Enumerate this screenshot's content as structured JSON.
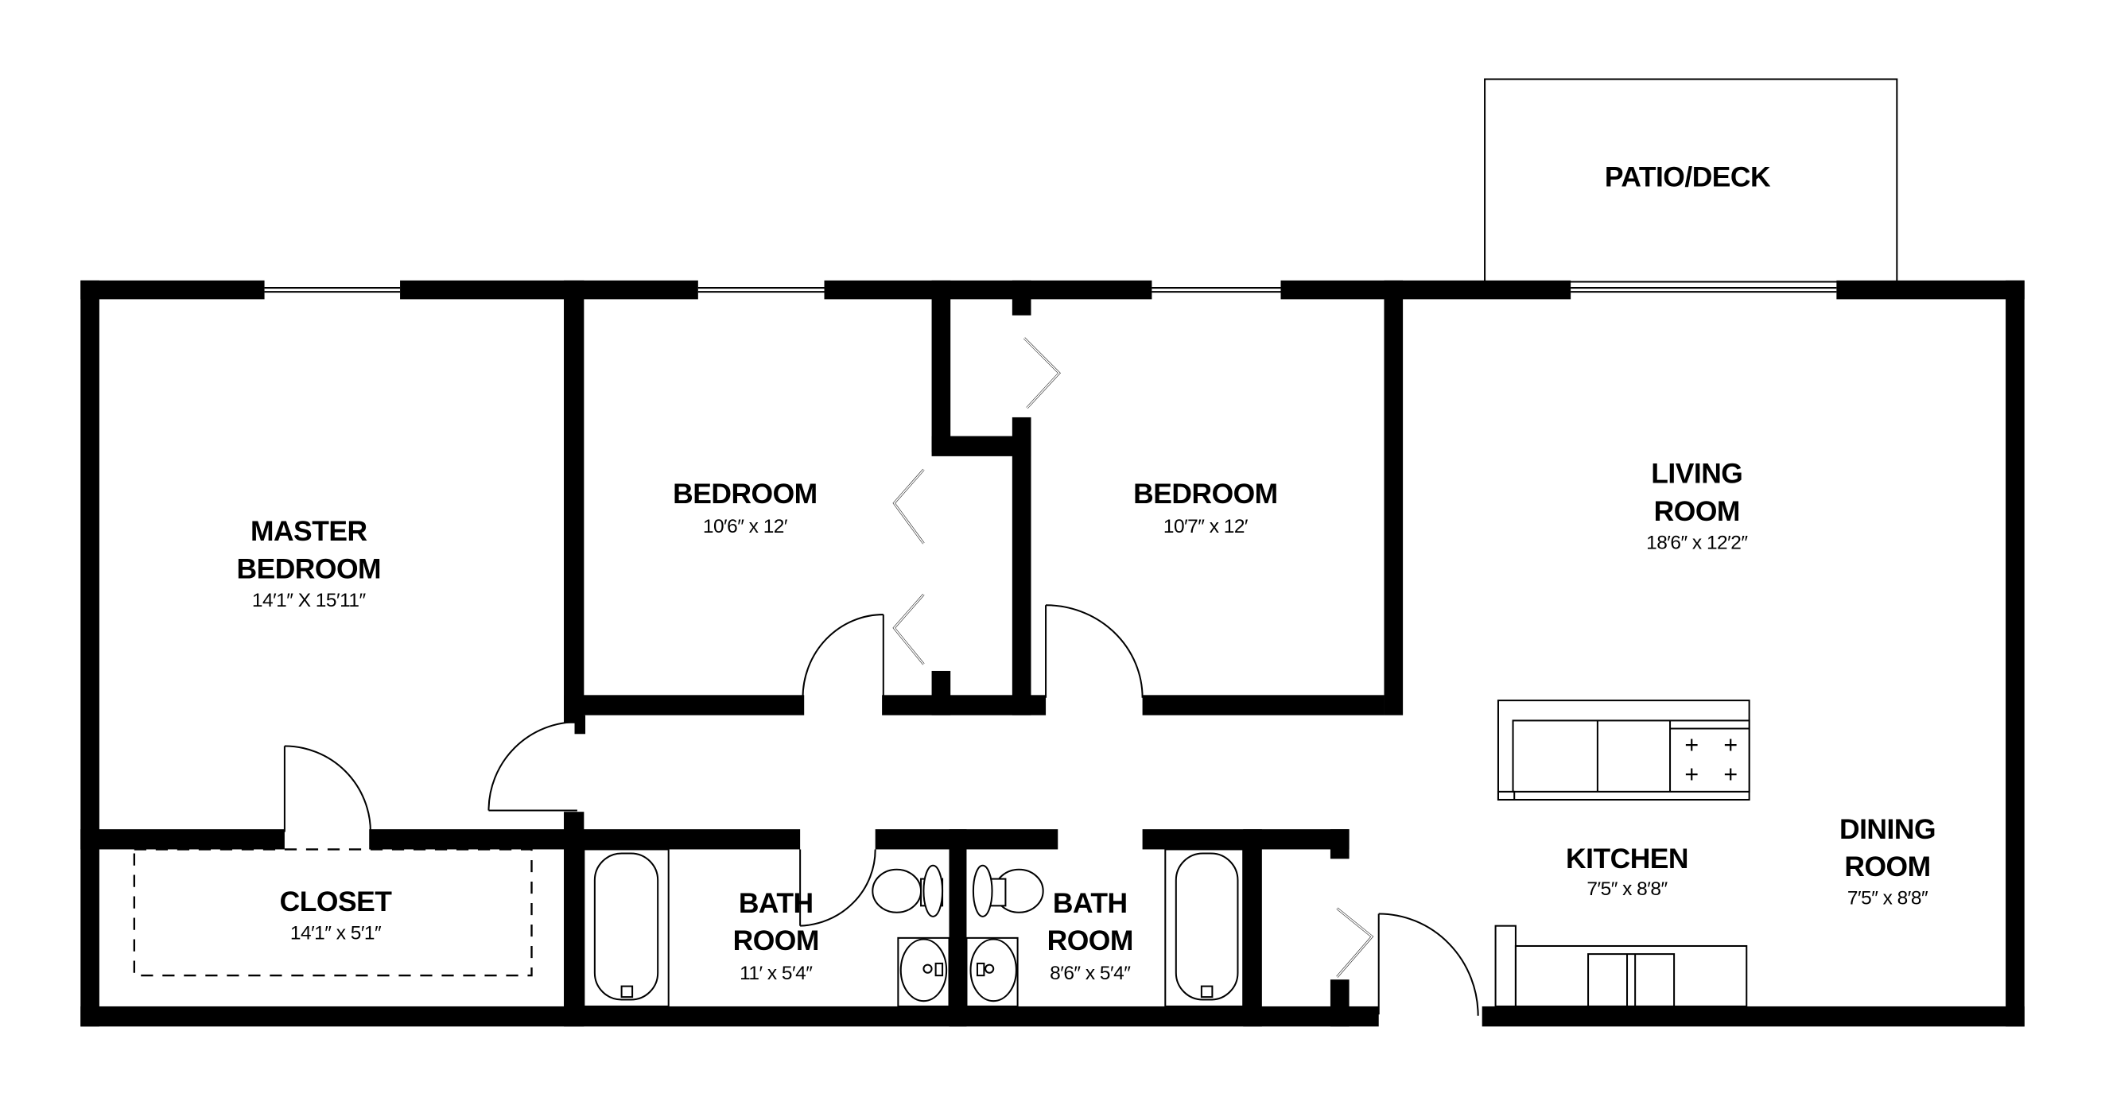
{
  "plan": {
    "type": "apartment-floor-plan",
    "wall_color": "#000000",
    "background": "#ffffff"
  },
  "rooms": {
    "patio": {
      "name": "PATIO/DECK",
      "dims": ""
    },
    "master_bedroom": {
      "name_line1": "MASTER",
      "name_line2": "BEDROOM",
      "dims": "14′1″ X 15′11″"
    },
    "closet": {
      "name": "CLOSET",
      "dims": "14′1″ x 5′1″"
    },
    "bedroom_2": {
      "name": "BEDROOM",
      "dims": "10′6″ x 12′"
    },
    "bedroom_3": {
      "name": "BEDROOM",
      "dims": "10′7″ x 12′"
    },
    "living_room": {
      "name_line1": "LIVING",
      "name_line2": "ROOM",
      "dims": "18′6″ x 12′2″"
    },
    "bath_1": {
      "name_line1": "BATH",
      "name_line2": "ROOM",
      "dims": "11′ x 5′4″"
    },
    "bath_2": {
      "name_line1": "BATH",
      "name_line2": "ROOM",
      "dims": "8′6″ x 5′4″"
    },
    "kitchen": {
      "name": "KITCHEN",
      "dims": "7′5″ x 8′8″"
    },
    "dining_room": {
      "name_line1": "DINING",
      "name_line2": "ROOM",
      "dims": "7′5″ x 8′8″"
    }
  },
  "fixtures": {
    "icons": [
      "bathtub-icon",
      "toilet-icon",
      "sink-icon",
      "stove-icon",
      "door-swing-icon",
      "bifold-door-icon",
      "window-icon",
      "refrigerator-icon"
    ]
  }
}
